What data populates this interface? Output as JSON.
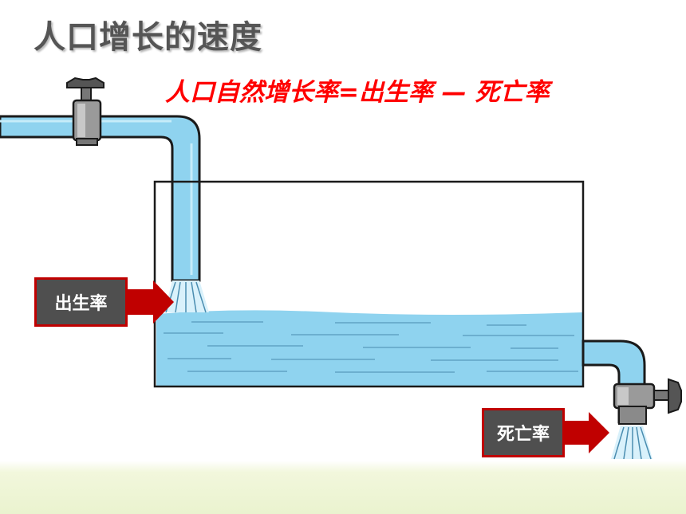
{
  "title": "人口增长的速度",
  "formula": "人口自然增长率=出生率 — 死亡率",
  "labels": {
    "birth_rate": "出生率",
    "death_rate": "死亡率"
  },
  "colors": {
    "water": "#8fd3ef",
    "water_edge": "#1a1a1a",
    "label_bg": "#4f4f4f",
    "label_border": "#c00000",
    "arrow": "#c00000",
    "formula": "#ff0000"
  },
  "icons": {
    "inlet_faucet": "faucet-icon",
    "outlet_faucet": "faucet-icon"
  }
}
